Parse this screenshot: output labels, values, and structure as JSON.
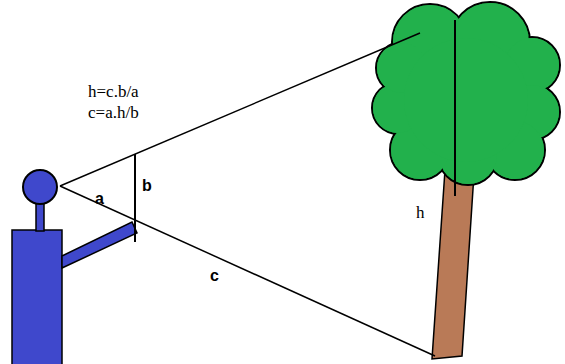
{
  "diagram": {
    "labels": [
      "h=c.b/a",
      "c=a.h/b",
      "a",
      "b",
      "c",
      "h"
    ]
  }
}
